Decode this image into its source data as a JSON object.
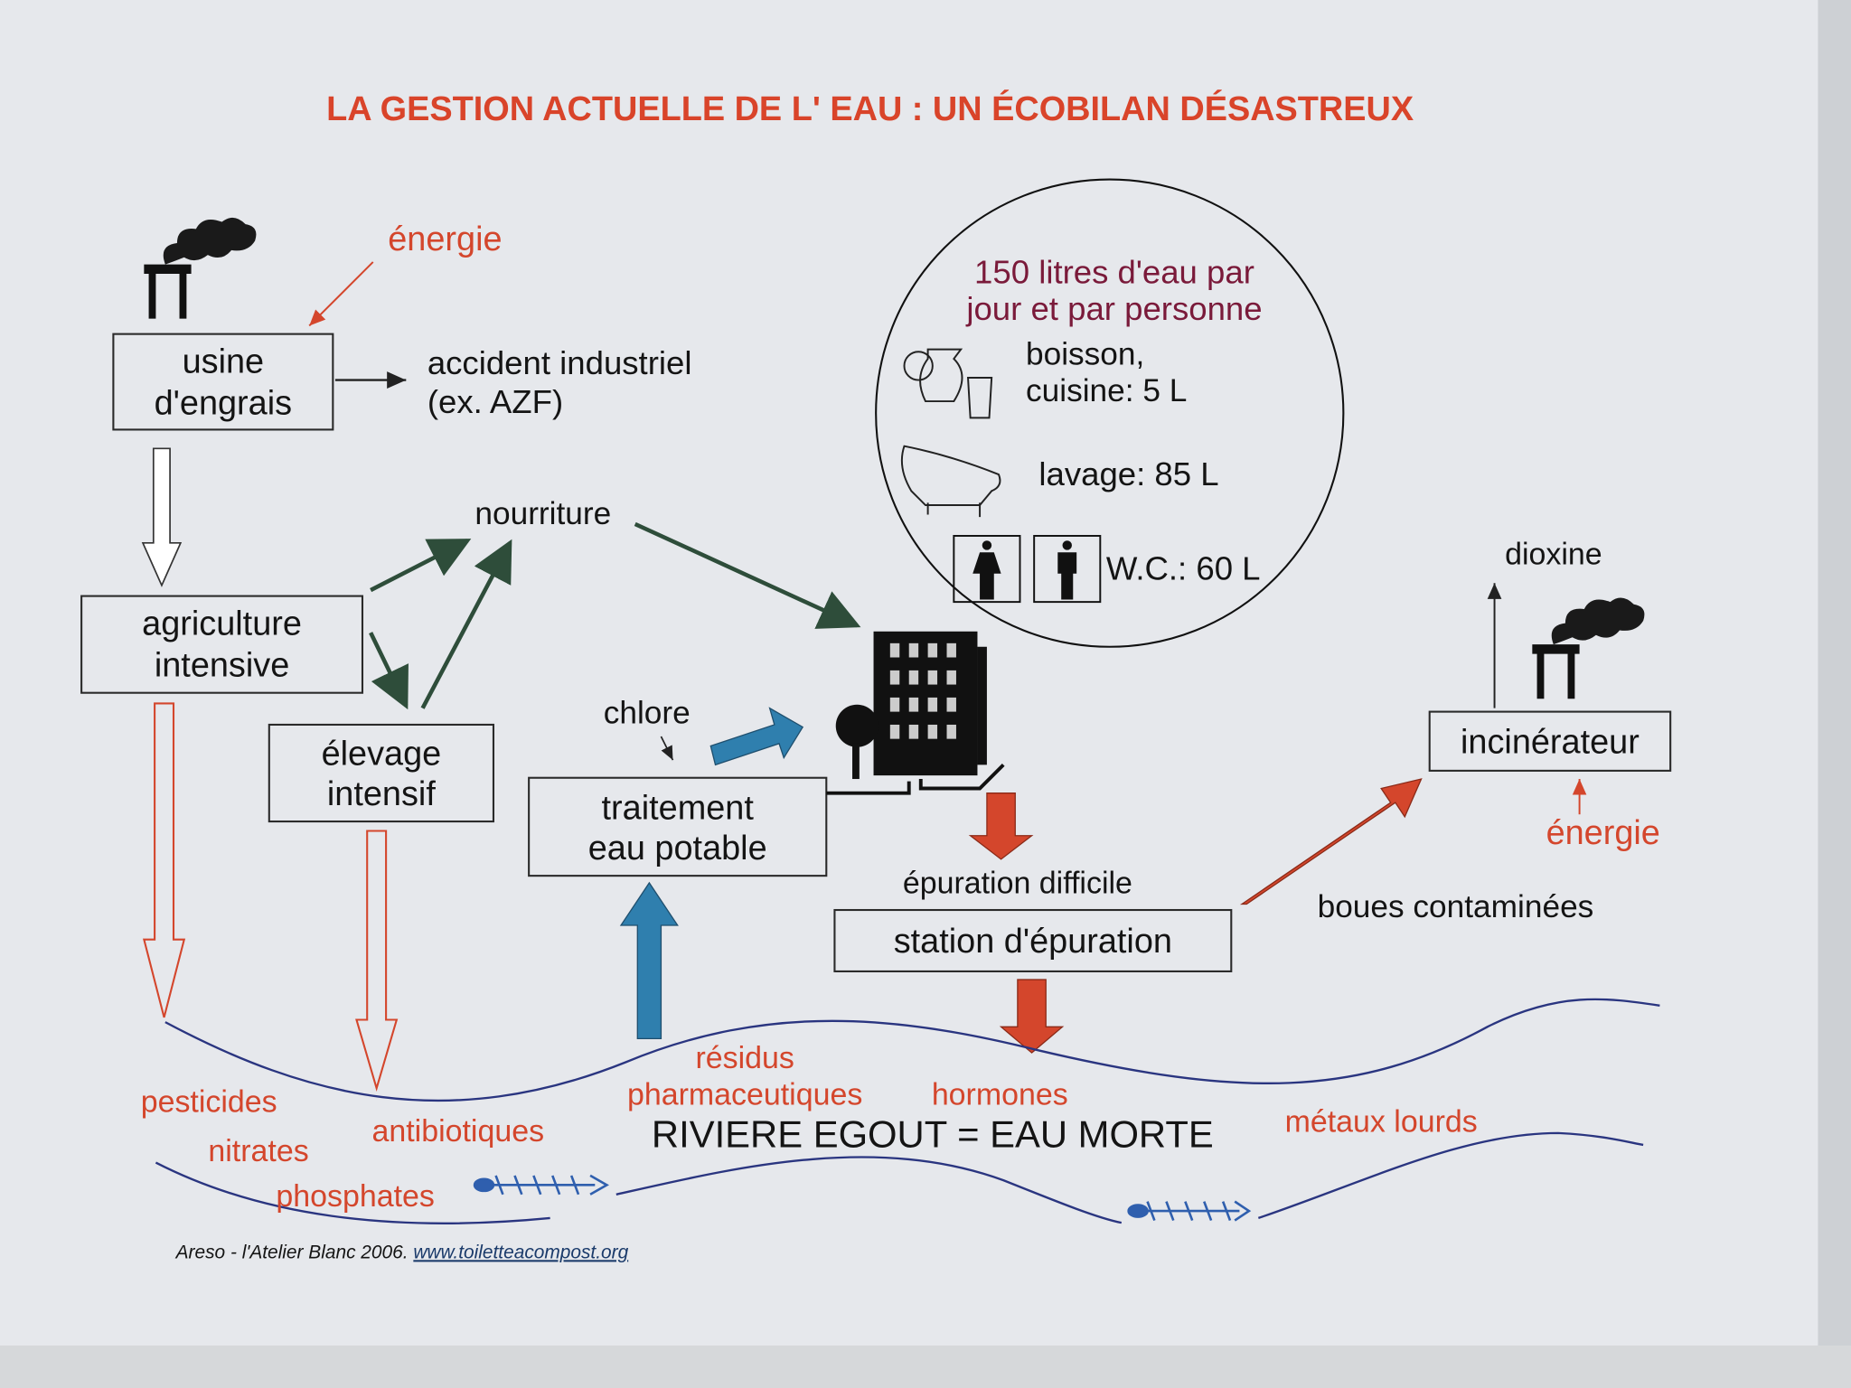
{
  "title": "LA GESTION ACTUELLE DE L' EAU : UN ÉCOBILAN DÉSASTREUX",
  "colors": {
    "red": "#d4462c",
    "blue": "#2f7fae",
    "green": "#2e4d3a",
    "circle_text": "#7a1a3a",
    "river": "#2a3580"
  },
  "nodes": {
    "energie_top": "énergie",
    "usine": [
      "usine",
      "d'engrais"
    ],
    "accident": [
      "accident industriel",
      "(ex. AZF)"
    ],
    "nourriture": "nourriture",
    "agriculture": [
      "agriculture",
      "intensive"
    ],
    "elevage": [
      "élevage",
      "intensif"
    ],
    "chlore": "chlore",
    "traitement": [
      "traitement",
      "eau potable"
    ],
    "epuration_difficile": "épuration difficile",
    "station": "station d'épuration",
    "boues": "boues contaminées",
    "incinerateur": "incinérateur",
    "dioxine": "dioxine",
    "energie_right": "énergie"
  },
  "consumption": {
    "heading": [
      "150 litres d'eau par",
      "jour et par personne"
    ],
    "items": [
      {
        "icon": "pitcher-glass-icon",
        "lines": [
          "boisson,",
          "cuisine: 5 L"
        ]
      },
      {
        "icon": "bathtub-icon",
        "lines": [
          "lavage: 85 L"
        ]
      },
      {
        "icon": "toilet-icon",
        "lines": [
          "W.C.: 60 L"
        ]
      }
    ]
  },
  "river": {
    "label": "RIVIERE EGOUT = EAU  MORTE",
    "pollutants": [
      "pesticides",
      "nitrates",
      "phosphates",
      "antibiotiques",
      "résidus",
      "pharmaceutiques",
      "hormones",
      "métaux lourds"
    ]
  },
  "footer": {
    "credit": "Areso - l'Atelier Blanc 2006. ",
    "link": "www.toiletteacompost.org"
  }
}
